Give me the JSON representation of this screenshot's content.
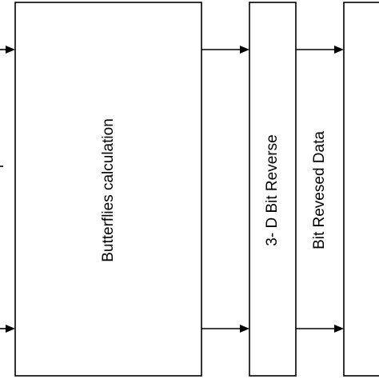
{
  "blocks": {
    "butterflies": {
      "label": "Butterflies calculation"
    },
    "bit_reverse": {
      "label": "3- D Bit Reverse"
    },
    "bit_reversed_data": {
      "label": "Bit Revesed Data"
    }
  },
  "colors": {
    "stroke": "#000000",
    "background": "#ffffff"
  }
}
